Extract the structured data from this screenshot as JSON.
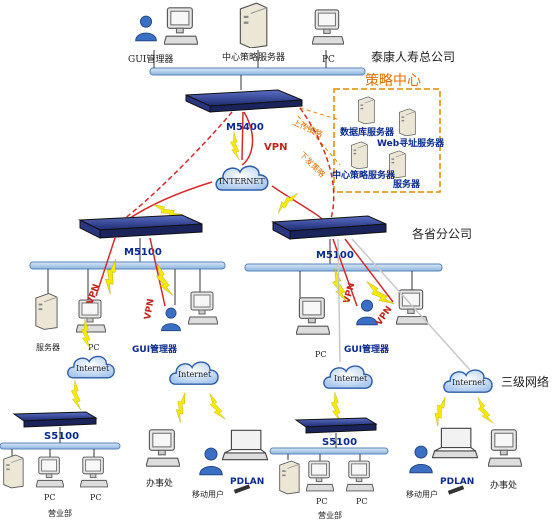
{
  "labels": {
    "hq_name": "泰康人寿总公司",
    "hq_gui": "GUI管理器",
    "hq_policy_server": "中心策略服务器",
    "hq_pc": "PC",
    "hq_router": "M5400",
    "upload_policy": "上传策略",
    "download_policy": "下发策略",
    "vpn_top": "VPN",
    "internet_main": "INTERNET",
    "policy_center_title": "策略中心",
    "db_server": "数据库服务器",
    "web_server": "Web寻址服务器",
    "center_policy_server": "中心策略服务器",
    "extra_server": "服务器",
    "branch_name": "各省分公司",
    "branch_left_router": "M5100",
    "branch_right_router": "M5100",
    "l_server": "服务器",
    "l_pc": "PC",
    "l_gui": "GUI管理器",
    "l_vpn1": "VPN",
    "l_vpn2": "VPN",
    "l_internet1": "Internet",
    "l_internet2": "Internet",
    "l_s5100": "S5100",
    "l_pc_a": "PC",
    "l_pc_b": "PC",
    "l_yyb": "营业部",
    "l_office": "办事处",
    "l_pdlan": "PDLAN",
    "l_mobile": "移动用户",
    "r_pc": "PC",
    "r_gui": "GUI管理器",
    "r_vpn1": "VPN",
    "r_vpn2": "VPN",
    "r_internet1": "Internet",
    "r_internet2": "Internet",
    "third_level": "三级网络",
    "r_s5100": "S5100",
    "r_pc_a": "PC",
    "r_pc_b": "PC",
    "r_yyb": "营业部",
    "r_pdlan": "PDLAN",
    "r_mobile": "移动用户",
    "r_office": "办事处"
  },
  "colors": {
    "bus": "#9fc3e8",
    "router": "#2a3a8c",
    "vpn": "#c0241c",
    "link_red": "#d42a2a",
    "lightning": "#f5e400",
    "policy_box": "#e08a00"
  }
}
